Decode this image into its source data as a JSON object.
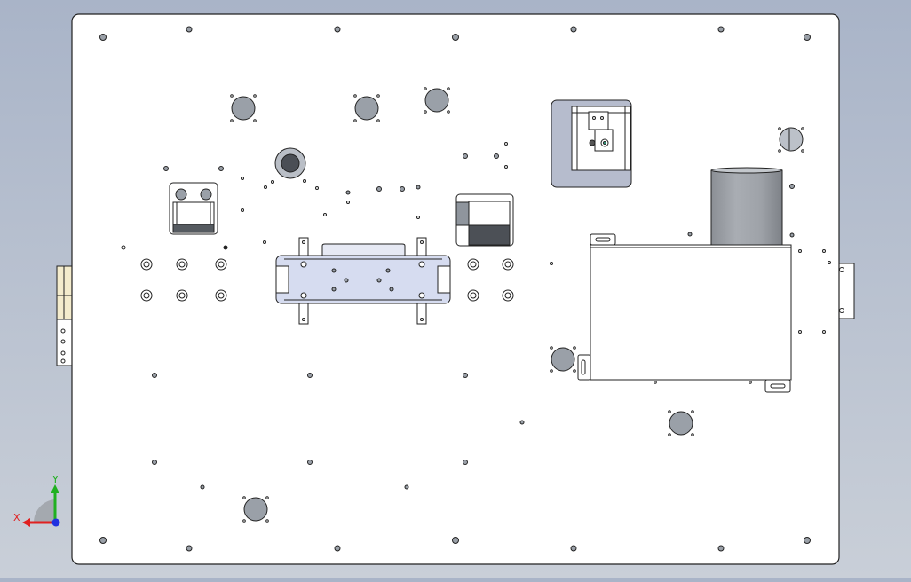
{
  "scene": {
    "view": "top-view",
    "background_colors": {
      "top": "#a9b4c8",
      "bottom": "#c9cfd8"
    },
    "plate_color": "#ffffff",
    "edge_color": "#222222",
    "highlight_color": "#d6dcf0"
  },
  "triad": {
    "x_label": "X",
    "y_label": "Y",
    "x_color": "#e02020",
    "y_color": "#20b020",
    "z_color": "#2030e0"
  }
}
